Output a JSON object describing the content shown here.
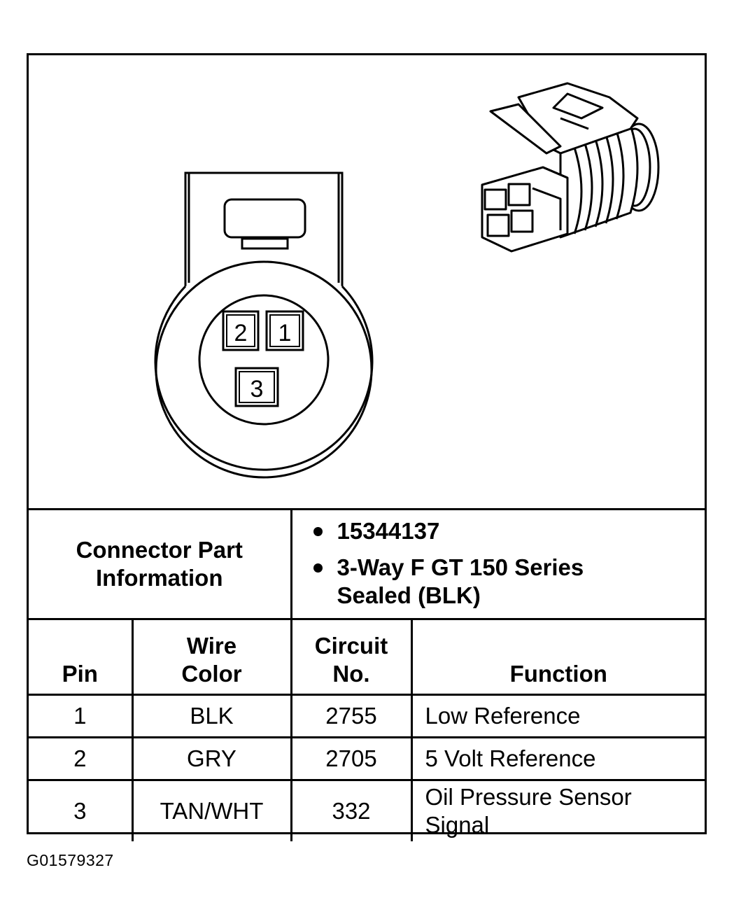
{
  "connector_face": {
    "pins": [
      {
        "label": "2"
      },
      {
        "label": "1"
      },
      {
        "label": "3"
      }
    ]
  },
  "part_info": {
    "label_line1": "Connector Part",
    "label_line2": "Information",
    "items": [
      {
        "line1": "15344137",
        "line2": ""
      },
      {
        "line1": "3-Way F GT 150 Series",
        "line2": "Sealed (BLK)"
      }
    ]
  },
  "table": {
    "headers": {
      "pin": [
        "",
        "Pin"
      ],
      "wire_color": [
        "Wire",
        "Color"
      ],
      "circuit": [
        "Circuit",
        "No."
      ],
      "function": [
        "",
        "Function"
      ]
    },
    "rows": [
      {
        "pin": "1",
        "wire_color": "BLK",
        "circuit": "2755",
        "function_line1": "Low Reference",
        "function_line2": ""
      },
      {
        "pin": "2",
        "wire_color": "GRY",
        "circuit": "2705",
        "function_line1": "5 Volt Reference",
        "function_line2": ""
      },
      {
        "pin": "3",
        "wire_color": "TAN/WHT",
        "circuit": "332",
        "function_line1": "Oil Pressure Sensor",
        "function_line2": "Signal"
      }
    ]
  },
  "figure_id": "G01579327"
}
